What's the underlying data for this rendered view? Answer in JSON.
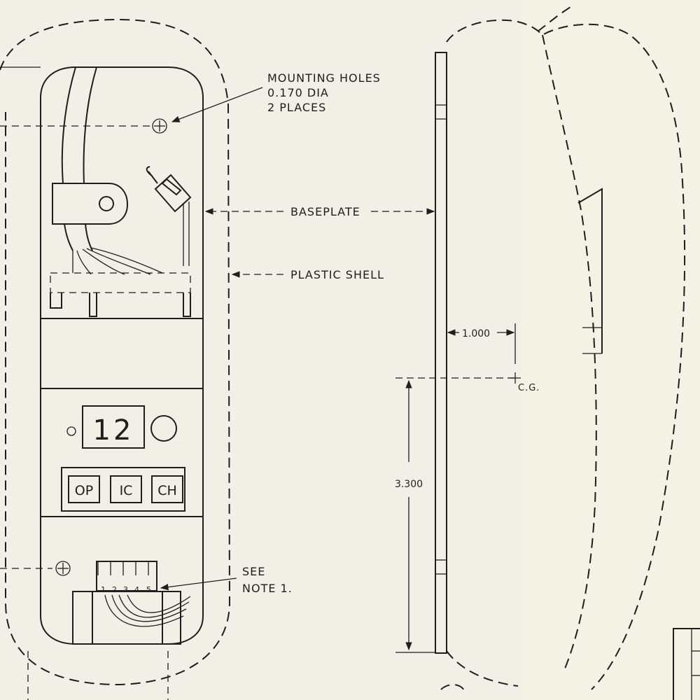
{
  "drawing": {
    "labels": {
      "mounting_holes_1": "MOUNTING HOLES",
      "mounting_holes_2": "0.170 DIA",
      "mounting_holes_3": "2 PLACES",
      "baseplate": "BASEPLATE",
      "plastic_shell": "PLASTIC SHELL",
      "see_note_1": "SEE",
      "see_note_2": "NOTE 1.",
      "cg": "C.G."
    },
    "dimensions": {
      "offset": "1.000",
      "height": "3.300"
    },
    "display": {
      "digits": "12"
    },
    "buttons": [
      "OP",
      "IC",
      "CH"
    ],
    "connector_pins": [
      "1",
      "2",
      "3",
      "4",
      "5"
    ]
  }
}
